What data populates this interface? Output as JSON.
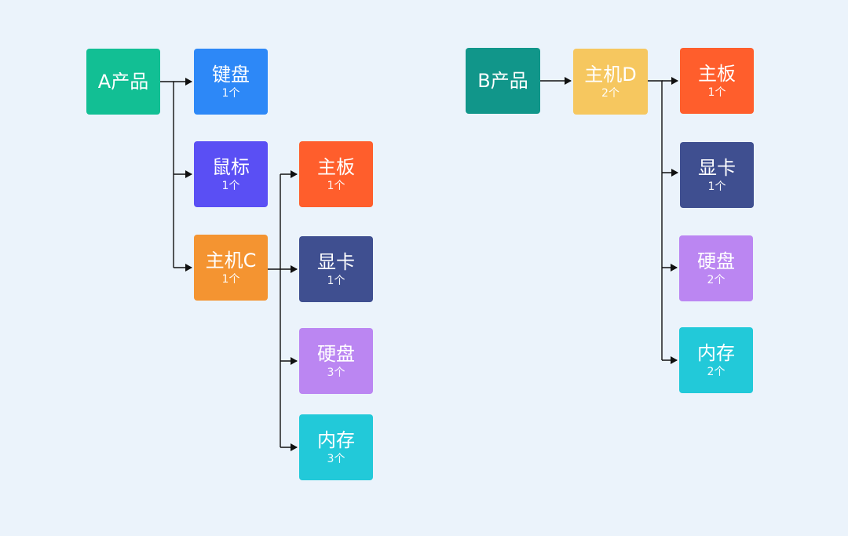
{
  "diagram": {
    "nodes": {
      "a_product": {
        "label": "A产品",
        "color": "#12bf94"
      },
      "keyboard": {
        "label": "键盘",
        "count": "1个",
        "color": "#2d88f7"
      },
      "mouse": {
        "label": "鼠标",
        "count": "1个",
        "color": "#5a4ff4"
      },
      "host_c": {
        "label": "主机C",
        "count": "1个",
        "color": "#f49431"
      },
      "c_mainboard": {
        "label": "主板",
        "count": "1个",
        "color": "#ff5e2c"
      },
      "c_gpu": {
        "label": "显卡",
        "count": "1个",
        "color": "#3f4f90"
      },
      "c_disk": {
        "label": "硬盘",
        "count": "3个",
        "color": "#bb86f2"
      },
      "c_memory": {
        "label": "内存",
        "count": "3个",
        "color": "#22c9d9"
      },
      "b_product": {
        "label": "B产品",
        "color": "#11968a"
      },
      "host_d": {
        "label": "主机D",
        "count": "2个",
        "color": "#f6c75f"
      },
      "d_mainboard": {
        "label": "主板",
        "count": "1个",
        "color": "#ff5e2c"
      },
      "d_gpu": {
        "label": "显卡",
        "count": "1个",
        "color": "#3f4f90"
      },
      "d_disk": {
        "label": "硬盘",
        "count": "2个",
        "color": "#bb86f2"
      },
      "d_memory": {
        "label": "内存",
        "count": "2个",
        "color": "#22c9d9"
      }
    },
    "edges": [
      [
        "a_product",
        "keyboard"
      ],
      [
        "a_product",
        "mouse"
      ],
      [
        "a_product",
        "host_c"
      ],
      [
        "host_c",
        "c_mainboard"
      ],
      [
        "host_c",
        "c_gpu"
      ],
      [
        "host_c",
        "c_disk"
      ],
      [
        "host_c",
        "c_memory"
      ],
      [
        "b_product",
        "host_d"
      ],
      [
        "host_d",
        "d_mainboard"
      ],
      [
        "host_d",
        "d_gpu"
      ],
      [
        "host_d",
        "d_disk"
      ],
      [
        "host_d",
        "d_memory"
      ]
    ]
  }
}
